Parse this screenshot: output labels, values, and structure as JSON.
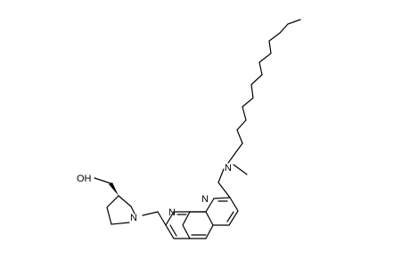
{
  "molecule": {
    "atoms": {
      "hydroxyl": "OH",
      "pyrrolidine_n": "N",
      "phen_n1": "N",
      "phen_n2": "N",
      "amine_n": "N"
    },
    "colors": {
      "bond": "#000000",
      "label": "#000000",
      "background": "#ffffff"
    }
  }
}
